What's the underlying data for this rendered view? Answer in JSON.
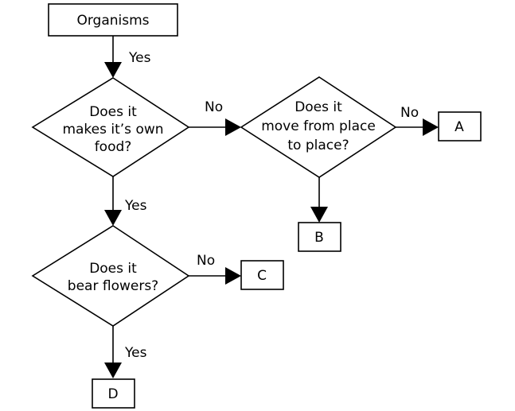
{
  "diagram": {
    "start": {
      "label": "Organisms"
    },
    "decisions": {
      "makes_food": {
        "lines": [
          "Does it",
          "makes it’s own",
          "food?"
        ]
      },
      "moves": {
        "lines": [
          "Does it",
          "move from place",
          "to place?"
        ]
      },
      "flowers": {
        "lines": [
          "Does it",
          "bear flowers?"
        ]
      }
    },
    "results": {
      "a": "A",
      "b": "B",
      "c": "C",
      "d": "D"
    },
    "edges": {
      "start_to_food": "Yes",
      "food_to_moves": "No",
      "moves_to_a": "No",
      "food_to_flowers": "Yes",
      "flowers_to_c": "No",
      "flowers_to_d": "Yes"
    }
  }
}
